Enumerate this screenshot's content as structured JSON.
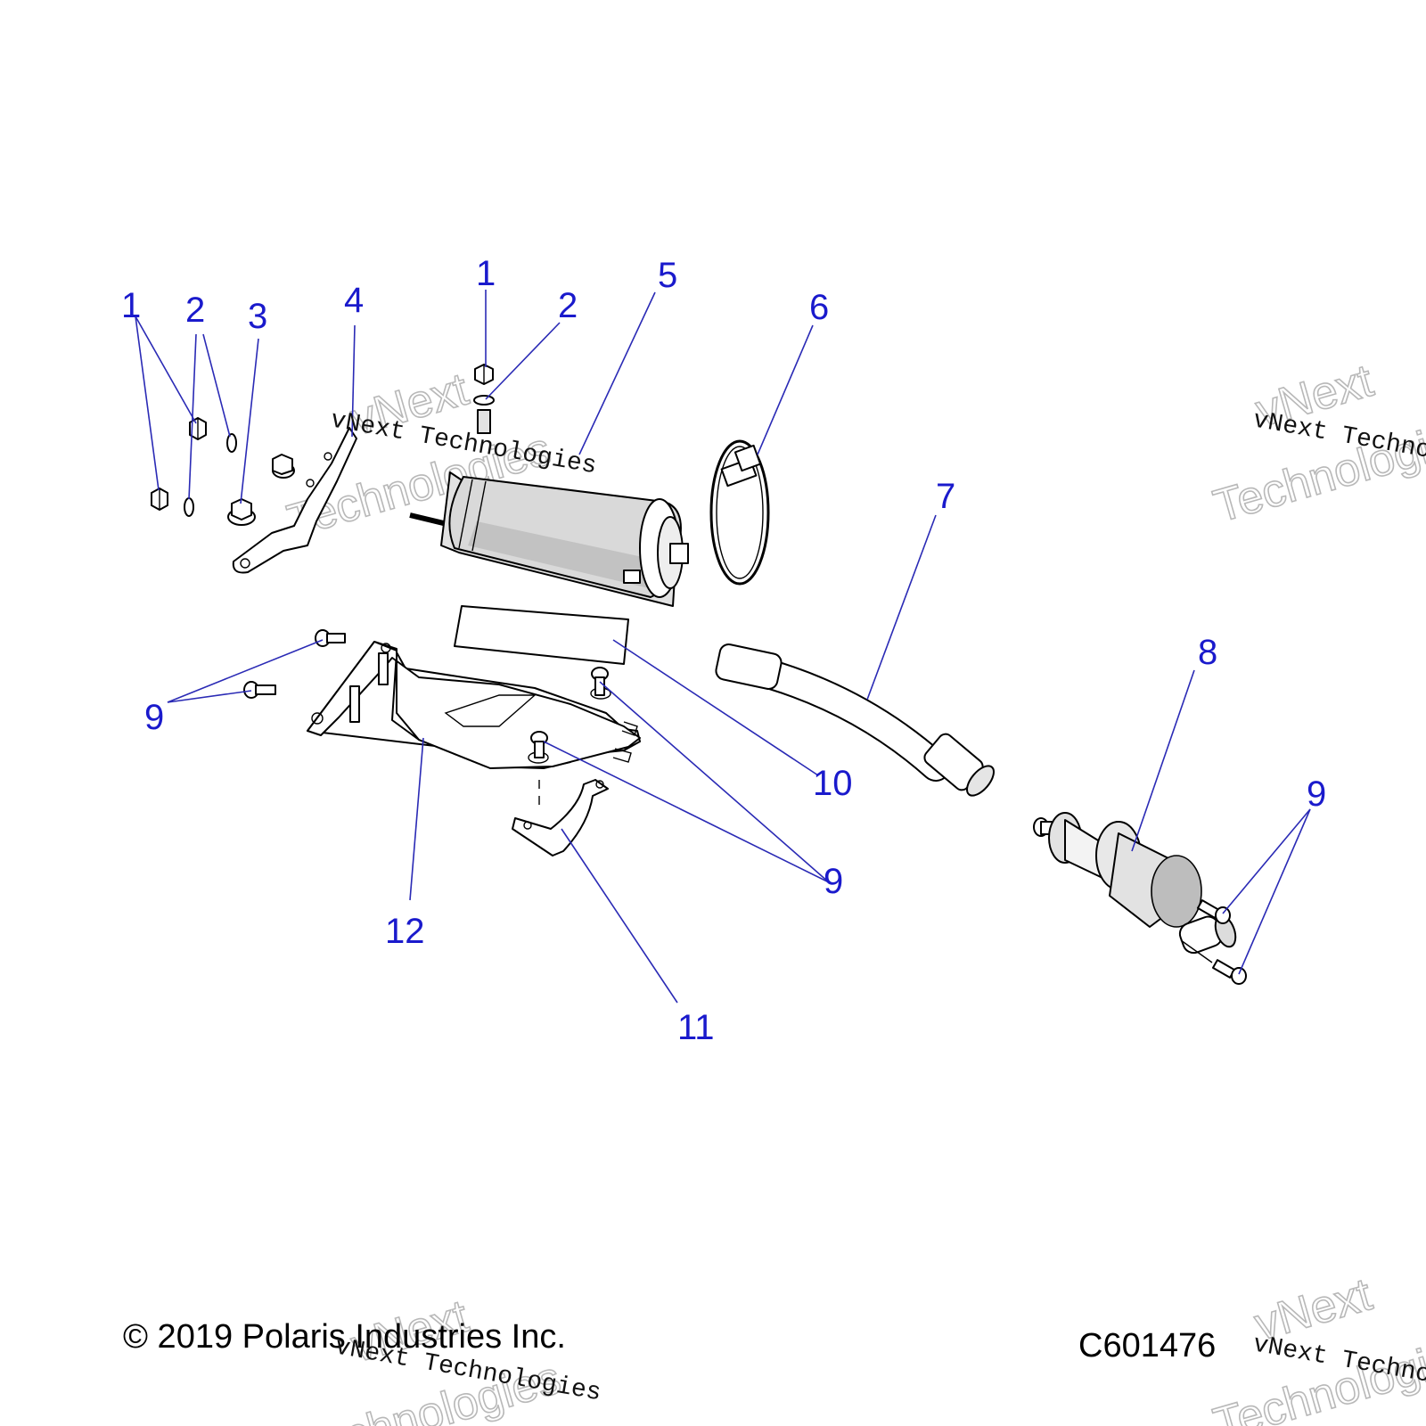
{
  "callouts": [
    "1",
    "2",
    "3",
    "4",
    "1",
    "2",
    "5",
    "6",
    "7",
    "8",
    "9",
    "10",
    "9",
    "12",
    "11",
    "9"
  ],
  "watermark": {
    "line1": "vNext Technologies",
    "outline_word1": "vNext",
    "outline_word2": "Technologies"
  },
  "footer": {
    "copyright": "© 2019 Polaris Industries Inc.",
    "code": "C601476"
  },
  "colors": {
    "callout": "#1a1acc",
    "leader": "#2a2ab5"
  }
}
